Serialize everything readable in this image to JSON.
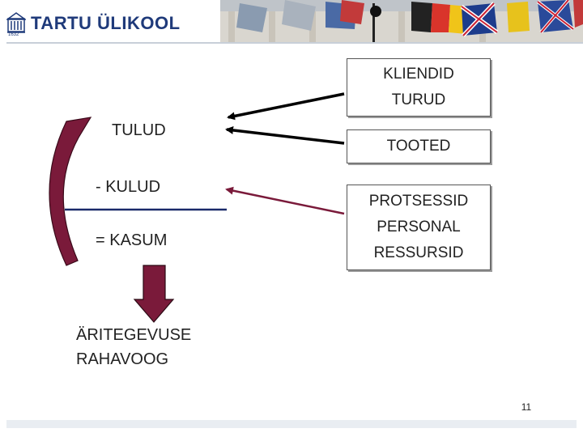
{
  "header": {
    "logo_text": "TARTU ÜLIKOOL",
    "logo_year": "1632",
    "brand_color": "#1f3a7a"
  },
  "diagram": {
    "boxes": {
      "customers_line1": "KLIENDID",
      "customers_line2": "TURUD",
      "products": "TOOTED",
      "processes_line1": "PROTSESSID",
      "processes_line2": "PERSONAL",
      "processes_line3": "RESSURSID"
    },
    "labels": {
      "revenue": "TULUD",
      "costs": "- KULUD",
      "profit": "= KASUM",
      "cashflow_line1": "ÄRITEGEVUSE",
      "cashflow_line2": "RAHAVOOG"
    },
    "colors": {
      "arrow_dark": "#000000",
      "arrow_maroon": "#7a1a3a",
      "line_navy": "#1a2a6a"
    }
  },
  "footer": {
    "page_number": "11"
  }
}
